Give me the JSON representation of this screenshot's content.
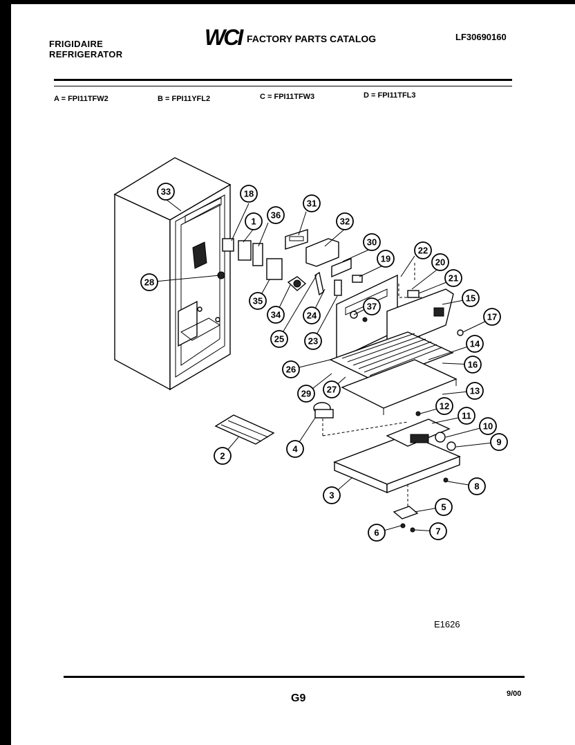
{
  "header": {
    "brand_line1": "FRIGIDAIRE",
    "brand_line2": "REFRIGERATOR",
    "logo": "WCI",
    "catalog_title": "FACTORY PARTS CATALOG",
    "catalog_code": "LF30690160"
  },
  "models": [
    "A = FPI11TFW2",
    "B = FPI11YFL2",
    "C = FPI11TFW3",
    "D = FPI11TFL3"
  ],
  "callouts": [
    "33",
    "18",
    "1",
    "36",
    "31",
    "32",
    "30",
    "19",
    "22",
    "20",
    "21",
    "15",
    "17",
    "14",
    "16",
    "13",
    "12",
    "11",
    "10",
    "9",
    "8",
    "5",
    "7",
    "6",
    "3",
    "4",
    "2",
    "28",
    "35",
    "34",
    "25",
    "24",
    "37",
    "23",
    "26",
    "29",
    "27"
  ],
  "footer": {
    "figure_code": "E1626",
    "page": "G9",
    "date": "9/00"
  }
}
